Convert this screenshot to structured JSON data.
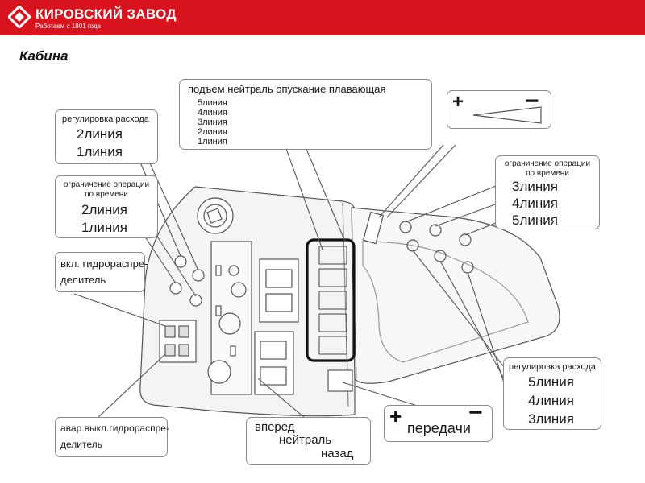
{
  "header": {
    "brand_name": "КИРОВСКИЙ ЗАВОД",
    "tagline": "Работаем с 1801 года",
    "color": "#d7141e"
  },
  "page_title": "Кабина",
  "callouts": {
    "top_hydraulic": {
      "title": "подъем нейтраль опускание плавающая",
      "lines": [
        "5линия",
        "4линия",
        "3линия",
        "2линия",
        "1линия"
      ]
    },
    "left_flow": {
      "title": "регулировка расхода",
      "lines": [
        "2линия",
        "1линия"
      ]
    },
    "left_time": {
      "title_line1": "ограничение операции",
      "title_line2": "по времени",
      "lines": [
        "2линия",
        "1линия"
      ]
    },
    "left_distributor": {
      "line1": "вкл. гидрораспре-",
      "line2": "делитель"
    },
    "left_emergency": {
      "line1": "авар.выкл.гидрораспре-",
      "line2": "делитель"
    },
    "bottom_direction": {
      "lines": [
        "вперед",
        "нейтраль",
        "назад"
      ]
    },
    "bottom_gears": {
      "plus": "+",
      "minus": "−",
      "label": "передачи"
    },
    "right_throttle": {
      "plus": "+",
      "minus": "−"
    },
    "right_time": {
      "title_line1": "ограничение операции",
      "title_line2": "по времени",
      "lines": [
        "3линия",
        "4линия",
        "5линия"
      ]
    },
    "right_flow": {
      "title": "регулировка расхода",
      "lines": [
        "5линия",
        "4линия",
        "3линия"
      ]
    }
  },
  "colors": {
    "highlight_frame": "#111111",
    "line": "#555555"
  }
}
